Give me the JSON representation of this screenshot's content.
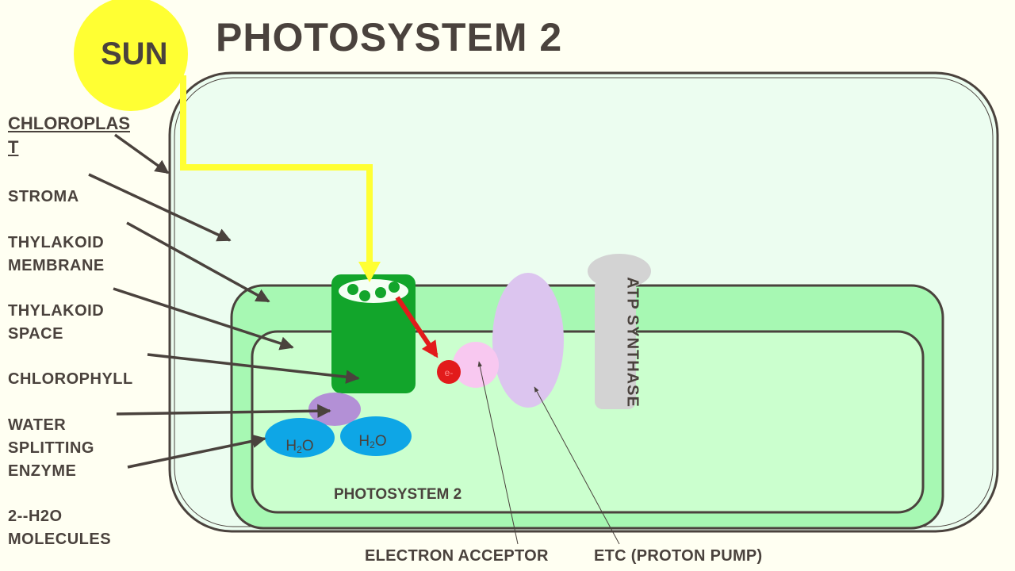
{
  "title": "PHOTOSYSTEM 2",
  "sun_label": "SUN",
  "side_labels": {
    "chloroplast": "CHLOROPLAS\nT",
    "stroma": "STROMA",
    "thylakoid_membrane": "THYLAKOID\nMEMBRANE",
    "thylakoid_space": "THYLAKOID\nSPACE",
    "chlorophyll": "CHLOROPHYLL",
    "water_splitting_enzyme": "WATER\nSPLITTING\nENZYME",
    "h2o_molecules": "2--H2O\nMOLECULES"
  },
  "photosystem_label": "PHOTOSYSTEM 2",
  "atp_synthase_label": "ATP SYNTHASE",
  "electron_acceptor_label": "ELECTRON ACCEPTOR",
  "etc_label": "ETC (PROTON PUMP)",
  "water_molecule_1": {
    "base": "H",
    "sub": "2",
    "tail": "O"
  },
  "water_molecule_2": {
    "base": "H",
    "sub": "2",
    "tail": "O"
  },
  "electron_symbol": "e-",
  "colors": {
    "background": "#fffff2",
    "sun": "#ffff33",
    "light_path": "#ffff33",
    "stroma": "#ecfdf0",
    "thylakoid_membrane": "#a7f8b3",
    "thylakoid_space": "#cbffce",
    "chlorophyll": "#12a52b",
    "chlorophyll_dots": "#12a52b",
    "enzyme": "#b390d6",
    "water": "#0ea6e6",
    "electron": "#e21b1b",
    "electron_acceptor": "#f8c8f0",
    "etc_protein": "#dcc5ef",
    "atp_synthase": "#d3d3d3",
    "text": "#4a423d",
    "arrows": "#4a423d"
  }
}
